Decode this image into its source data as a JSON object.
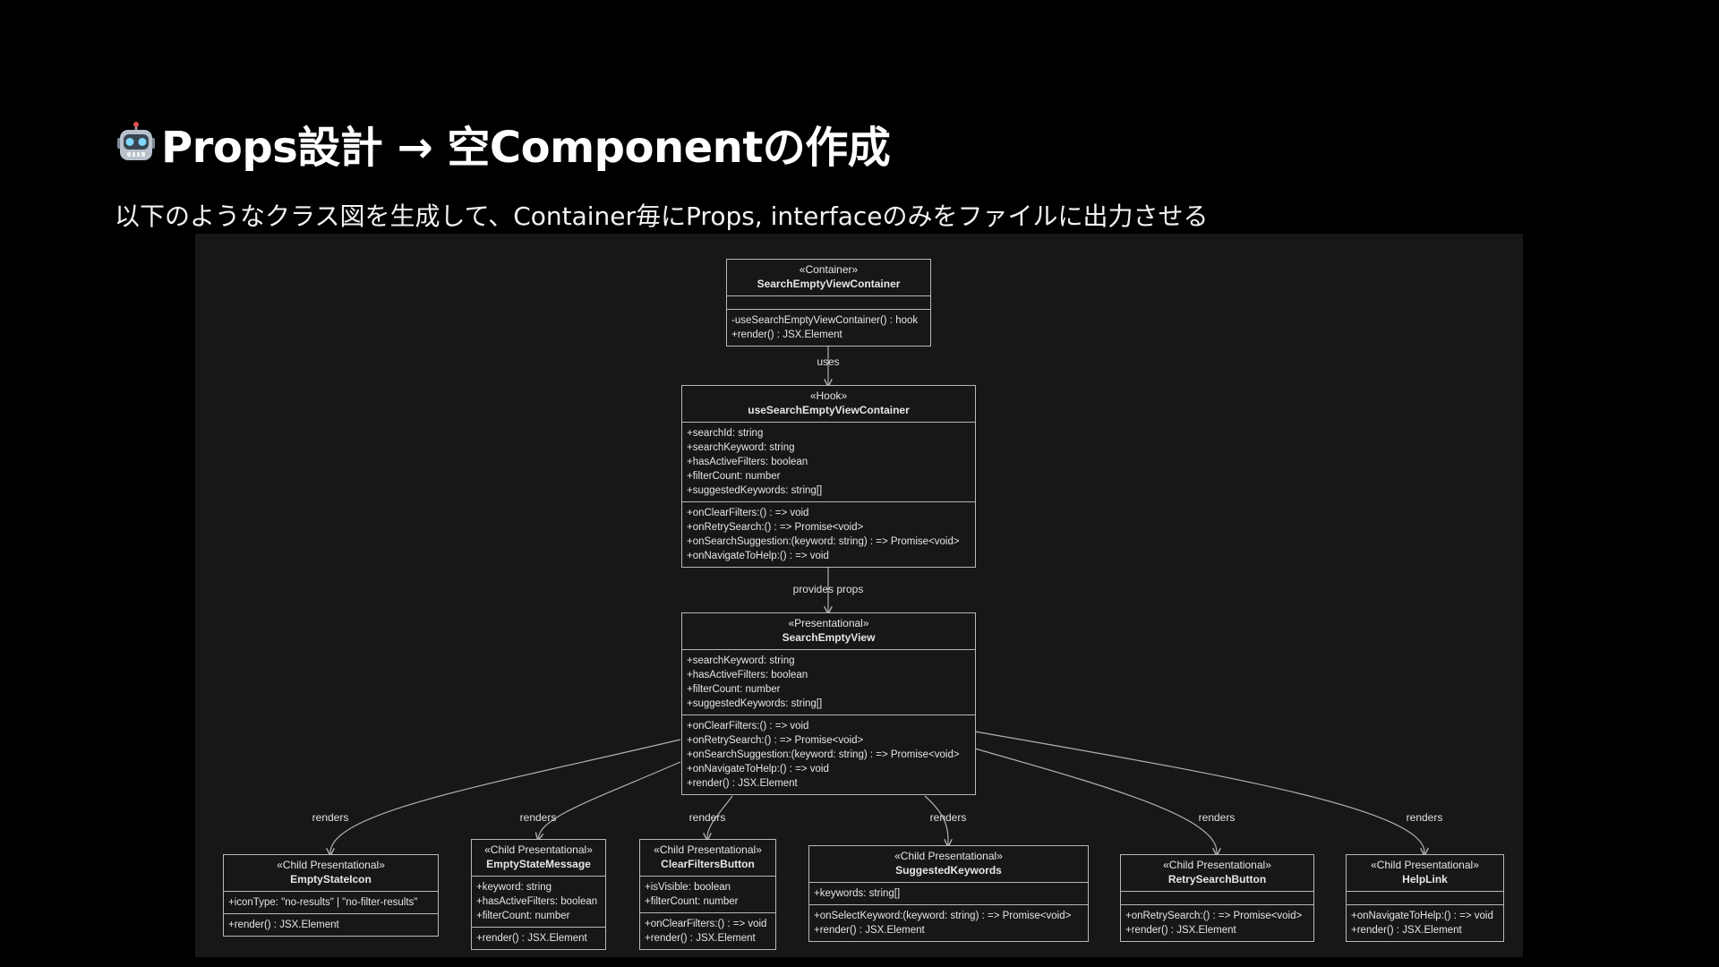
{
  "slide": {
    "title_icon": "robot-icon",
    "title": "Props設計 → 空Componentの作成",
    "subtitle": "以下のようなクラス図を生成して、Container毎にProps, interfaceのみをファイルに出力させる"
  },
  "diagram": {
    "nodes": {
      "container": {
        "stereotype": "«Container»",
        "name": "SearchEmptyViewContainer",
        "attributes": [],
        "methods": [
          "-useSearchEmptyViewContainer() : hook",
          "+render() : JSX.Element"
        ]
      },
      "hook": {
        "stereotype": "«Hook»",
        "name": "useSearchEmptyViewContainer",
        "attributes": [
          "+searchId: string",
          "+searchKeyword: string",
          "+hasActiveFilters: boolean",
          "+filterCount: number",
          "+suggestedKeywords: string[]"
        ],
        "methods": [
          "+onClearFilters:() : => void",
          "+onRetrySearch:() : => Promise<void>",
          "+onSearchSuggestion:(keyword: string) : => Promise<void>",
          "+onNavigateToHelp:() : => void"
        ]
      },
      "view": {
        "stereotype": "«Presentational»",
        "name": "SearchEmptyView",
        "attributes": [
          "+searchKeyword: string",
          "+hasActiveFilters: boolean",
          "+filterCount: number",
          "+suggestedKeywords: string[]"
        ],
        "methods": [
          "+onClearFilters:() : => void",
          "+onRetrySearch:() : => Promise<void>",
          "+onSearchSuggestion:(keyword: string) : => Promise<void>",
          "+onNavigateToHelp:() : => void",
          "+render() : JSX.Element"
        ]
      },
      "emptyStateIcon": {
        "stereotype": "«Child Presentational»",
        "name": "EmptyStateIcon",
        "attributes": [
          "+iconType: \"no-results\" | \"no-filter-results\""
        ],
        "methods": [
          "+render() : JSX.Element"
        ]
      },
      "emptyStateMessage": {
        "stereotype": "«Child Presentational»",
        "name": "EmptyStateMessage",
        "attributes": [
          "+keyword: string",
          "+hasActiveFilters: boolean",
          "+filterCount: number"
        ],
        "methods": [
          "+render() : JSX.Element"
        ]
      },
      "clearFiltersButton": {
        "stereotype": "«Child Presentational»",
        "name": "ClearFiltersButton",
        "attributes": [
          "+isVisible: boolean",
          "+filterCount: number"
        ],
        "methods": [
          "+onClearFilters:() : => void",
          "+render() : JSX.Element"
        ]
      },
      "suggestedKeywords": {
        "stereotype": "«Child Presentational»",
        "name": "SuggestedKeywords",
        "attributes": [
          "+keywords: string[]"
        ],
        "methods": [
          "+onSelectKeyword:(keyword: string) : => Promise<void>",
          "+render() : JSX.Element"
        ]
      },
      "retrySearchButton": {
        "stereotype": "«Child Presentational»",
        "name": "RetrySearchButton",
        "attributes": [],
        "methods": [
          "+onRetrySearch:() : => Promise<void>",
          "+render() : JSX.Element"
        ]
      },
      "helpLink": {
        "stereotype": "«Child Presentational»",
        "name": "HelpLink",
        "attributes": [],
        "methods": [
          "+onNavigateToHelp:() : => void",
          "+render() : JSX.Element"
        ]
      }
    },
    "edges": [
      {
        "from": "container",
        "to": "hook",
        "label": "uses"
      },
      {
        "from": "hook",
        "to": "view",
        "label": "provides props"
      },
      {
        "from": "view",
        "to": "emptyStateIcon",
        "label": "renders"
      },
      {
        "from": "view",
        "to": "emptyStateMessage",
        "label": "renders"
      },
      {
        "from": "view",
        "to": "clearFiltersButton",
        "label": "renders"
      },
      {
        "from": "view",
        "to": "suggestedKeywords",
        "label": "renders"
      },
      {
        "from": "view",
        "to": "retrySearchButton",
        "label": "renders"
      },
      {
        "from": "view",
        "to": "helpLink",
        "label": "renders"
      }
    ]
  }
}
